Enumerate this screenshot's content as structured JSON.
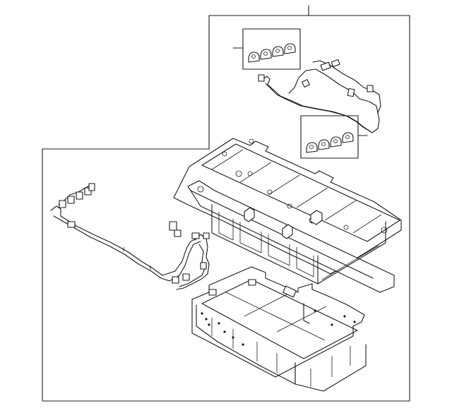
{
  "diagram": {
    "line_color": "#1a1a1a",
    "background": "#ffffff",
    "parts": [
      {
        "id": "connector-set-upper",
        "icon": "connector-clips"
      },
      {
        "id": "connector-set-lower",
        "icon": "connector-clips"
      },
      {
        "id": "wiring-harness-upper",
        "icon": "wire-harness"
      },
      {
        "id": "wiring-harness-left",
        "icon": "wire-harness"
      },
      {
        "id": "wiring-pigtail",
        "icon": "wire-harness"
      },
      {
        "id": "battery-frame",
        "icon": "frame-assembly"
      },
      {
        "id": "battery-tray",
        "icon": "tray"
      }
    ]
  }
}
